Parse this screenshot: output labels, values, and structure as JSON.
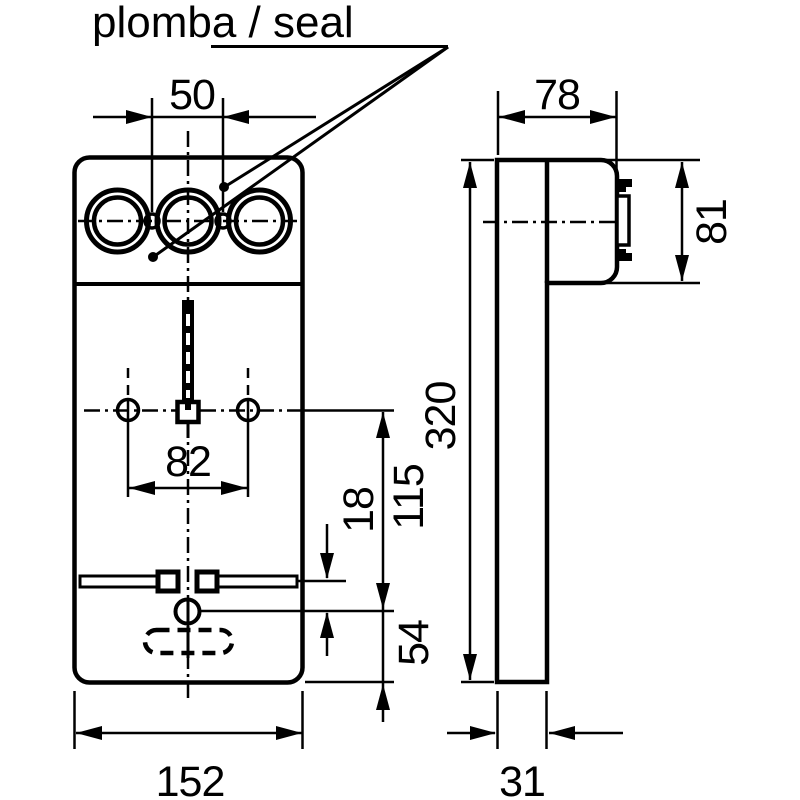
{
  "annotation": {
    "seal_label": "plomba / seal"
  },
  "colors": {
    "line": "#000000",
    "background": "#ffffff"
  },
  "front_view": {
    "dims": {
      "seal_spacing": "50",
      "hole_spacing": "82",
      "width": "152",
      "holes_to_hook": "115",
      "strip_to_hook": "18",
      "hook_to_bottom": "54"
    }
  },
  "side_view": {
    "dims": {
      "head_depth": "78",
      "head_height": "81",
      "height": "320",
      "body_depth": "31"
    }
  }
}
